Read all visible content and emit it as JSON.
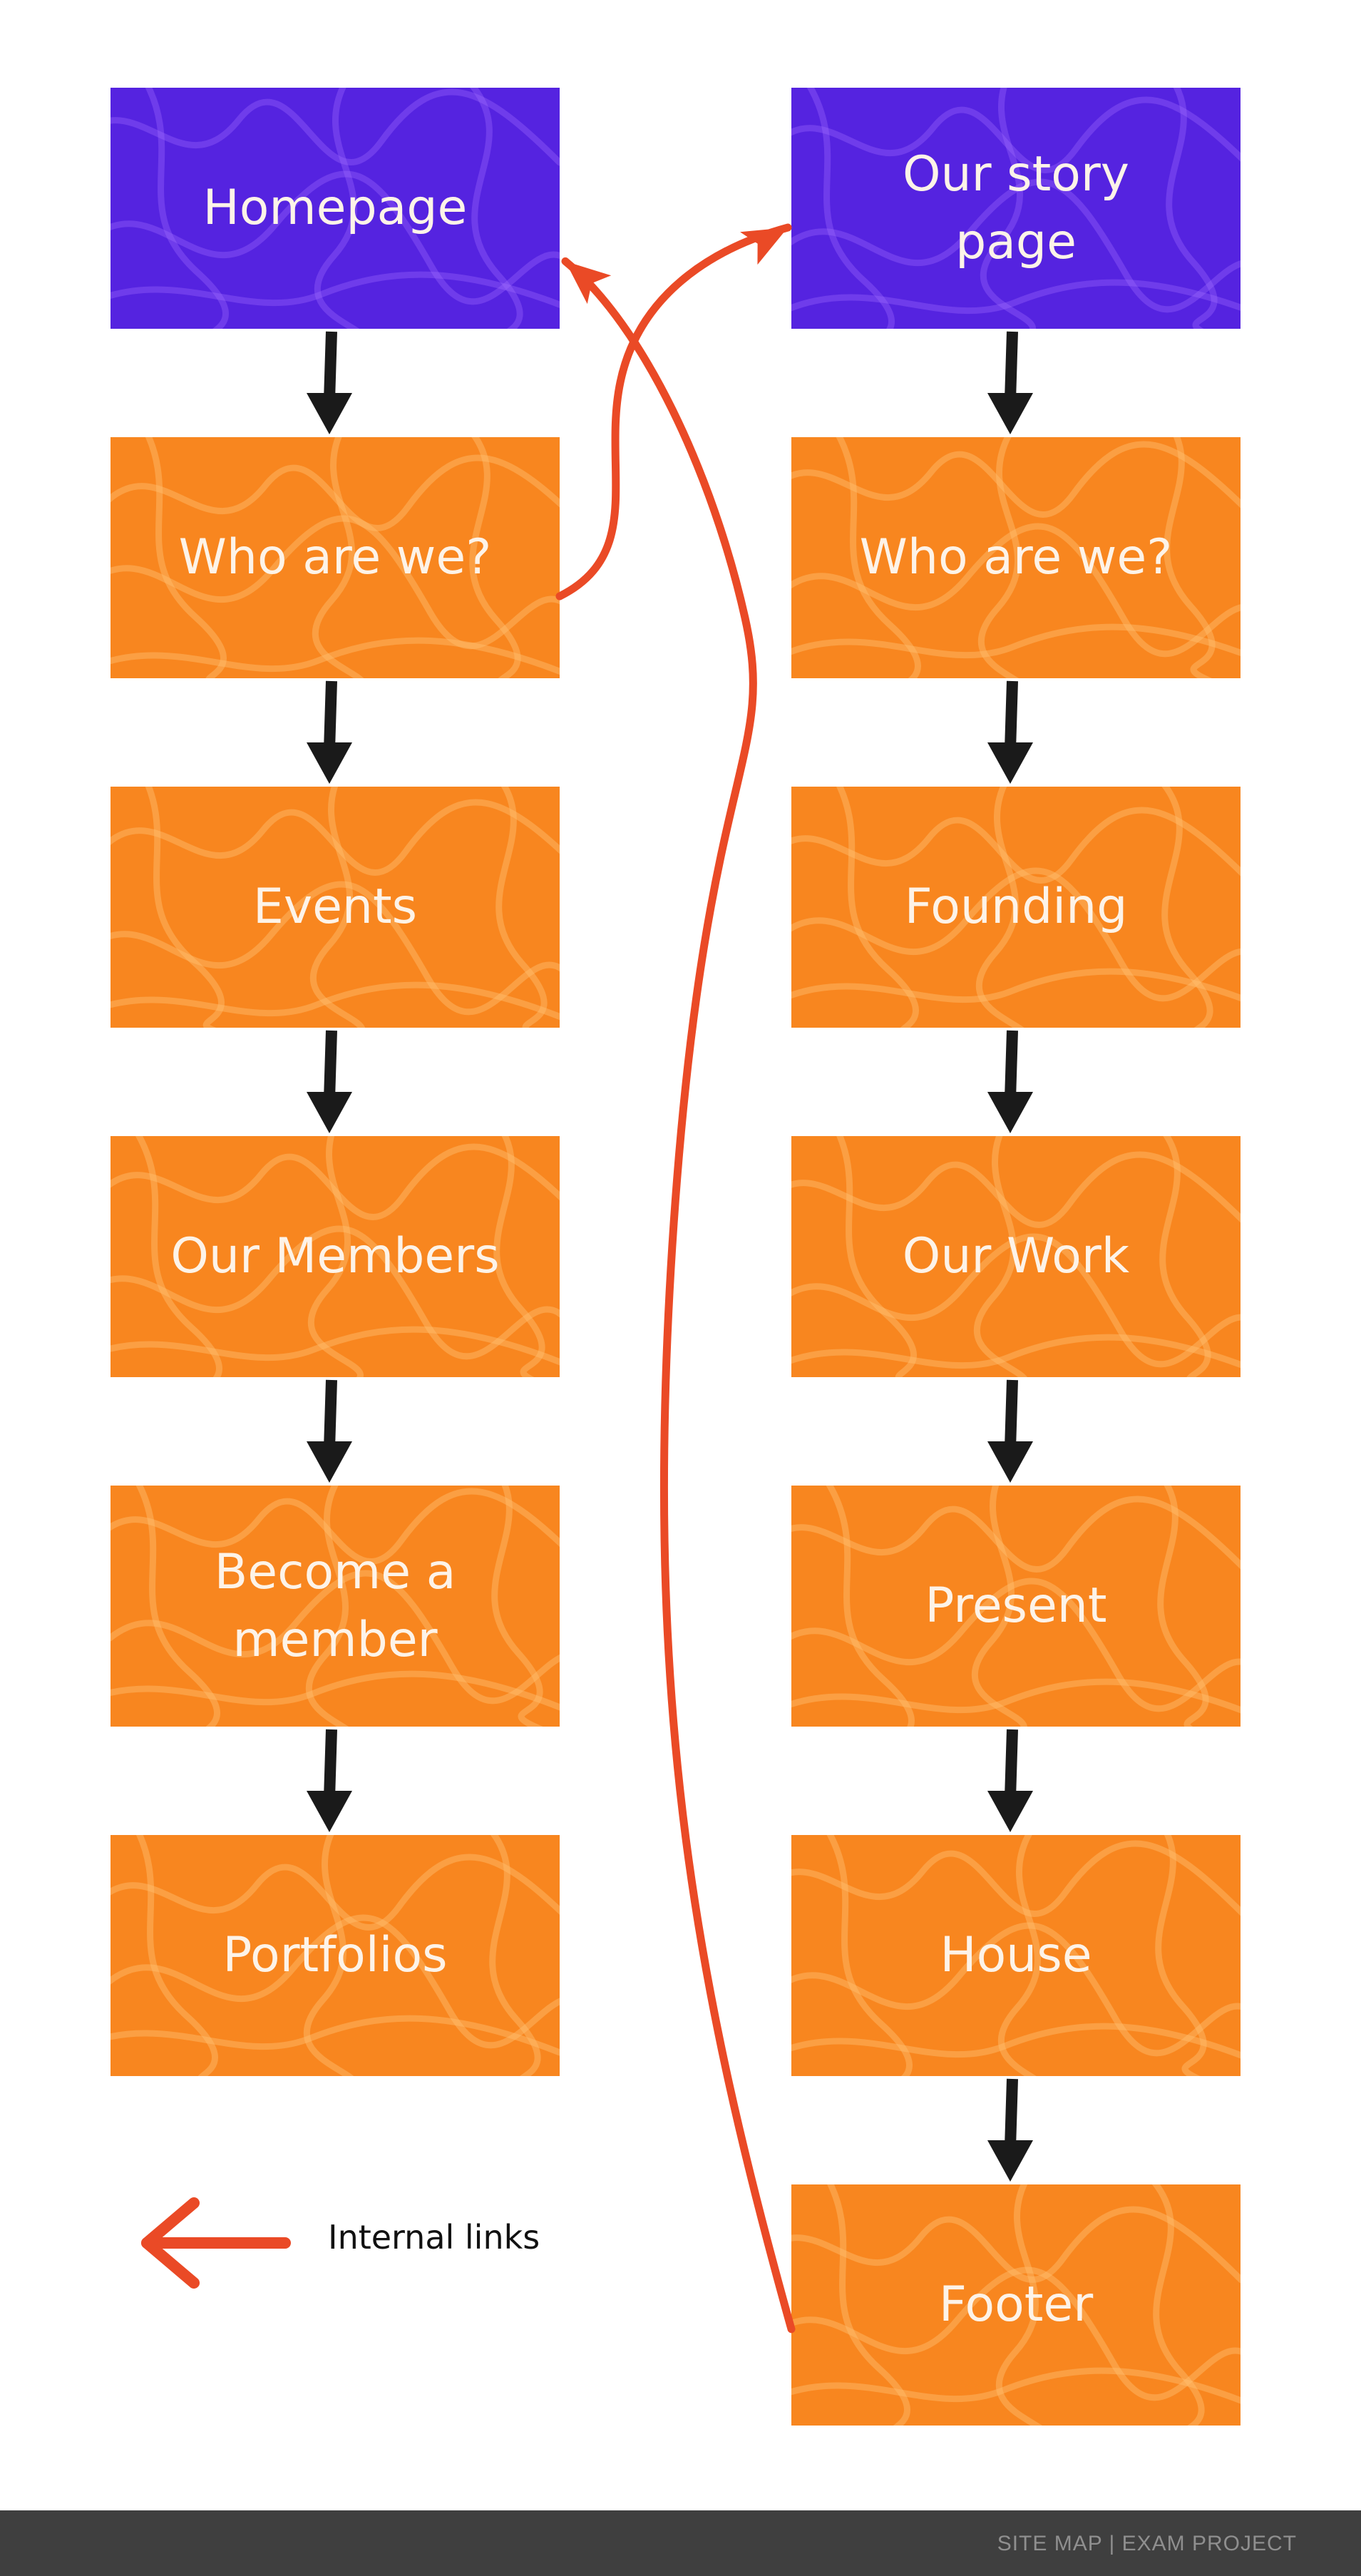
{
  "colors": {
    "primary_node": "#5523e0",
    "section_node": "#f8861f",
    "node_text": "#fdf3e8",
    "flow_arrow": "#1a1a1a",
    "internal_link": "#ea4a26",
    "footer_background": "#3f3f3f",
    "footer_text": "#8f8f8f"
  },
  "left_column": {
    "nodes": [
      {
        "id": "homepage",
        "label": "Homepage",
        "kind": "page"
      },
      {
        "id": "left-who-are-we",
        "label": "Who are we?",
        "kind": "section"
      },
      {
        "id": "events",
        "label": "Events",
        "kind": "section"
      },
      {
        "id": "our-members",
        "label": "Our Members",
        "kind": "section"
      },
      {
        "id": "become-a-member",
        "label": "Become a\nmember",
        "kind": "section"
      },
      {
        "id": "portfolios",
        "label": "Portfolios",
        "kind": "section"
      }
    ]
  },
  "right_column": {
    "nodes": [
      {
        "id": "our-story-page",
        "label": "Our story\npage",
        "kind": "page"
      },
      {
        "id": "right-who-are-we",
        "label": "Who are we?",
        "kind": "section"
      },
      {
        "id": "founding",
        "label": "Founding",
        "kind": "section"
      },
      {
        "id": "our-work",
        "label": "Our Work",
        "kind": "section"
      },
      {
        "id": "present",
        "label": "Present",
        "kind": "section"
      },
      {
        "id": "house",
        "label": "House",
        "kind": "section"
      },
      {
        "id": "footer",
        "label": "Footer",
        "kind": "section"
      }
    ]
  },
  "internal_links": [
    {
      "from": "left-who-are-we",
      "to": "our-story-page"
    },
    {
      "from": "footer",
      "to": "homepage"
    }
  ],
  "legend": {
    "label": "Internal links",
    "icon": "left-arrow-icon"
  },
  "footer_bar": {
    "text": "SITE MAP | EXAM PROJECT"
  }
}
